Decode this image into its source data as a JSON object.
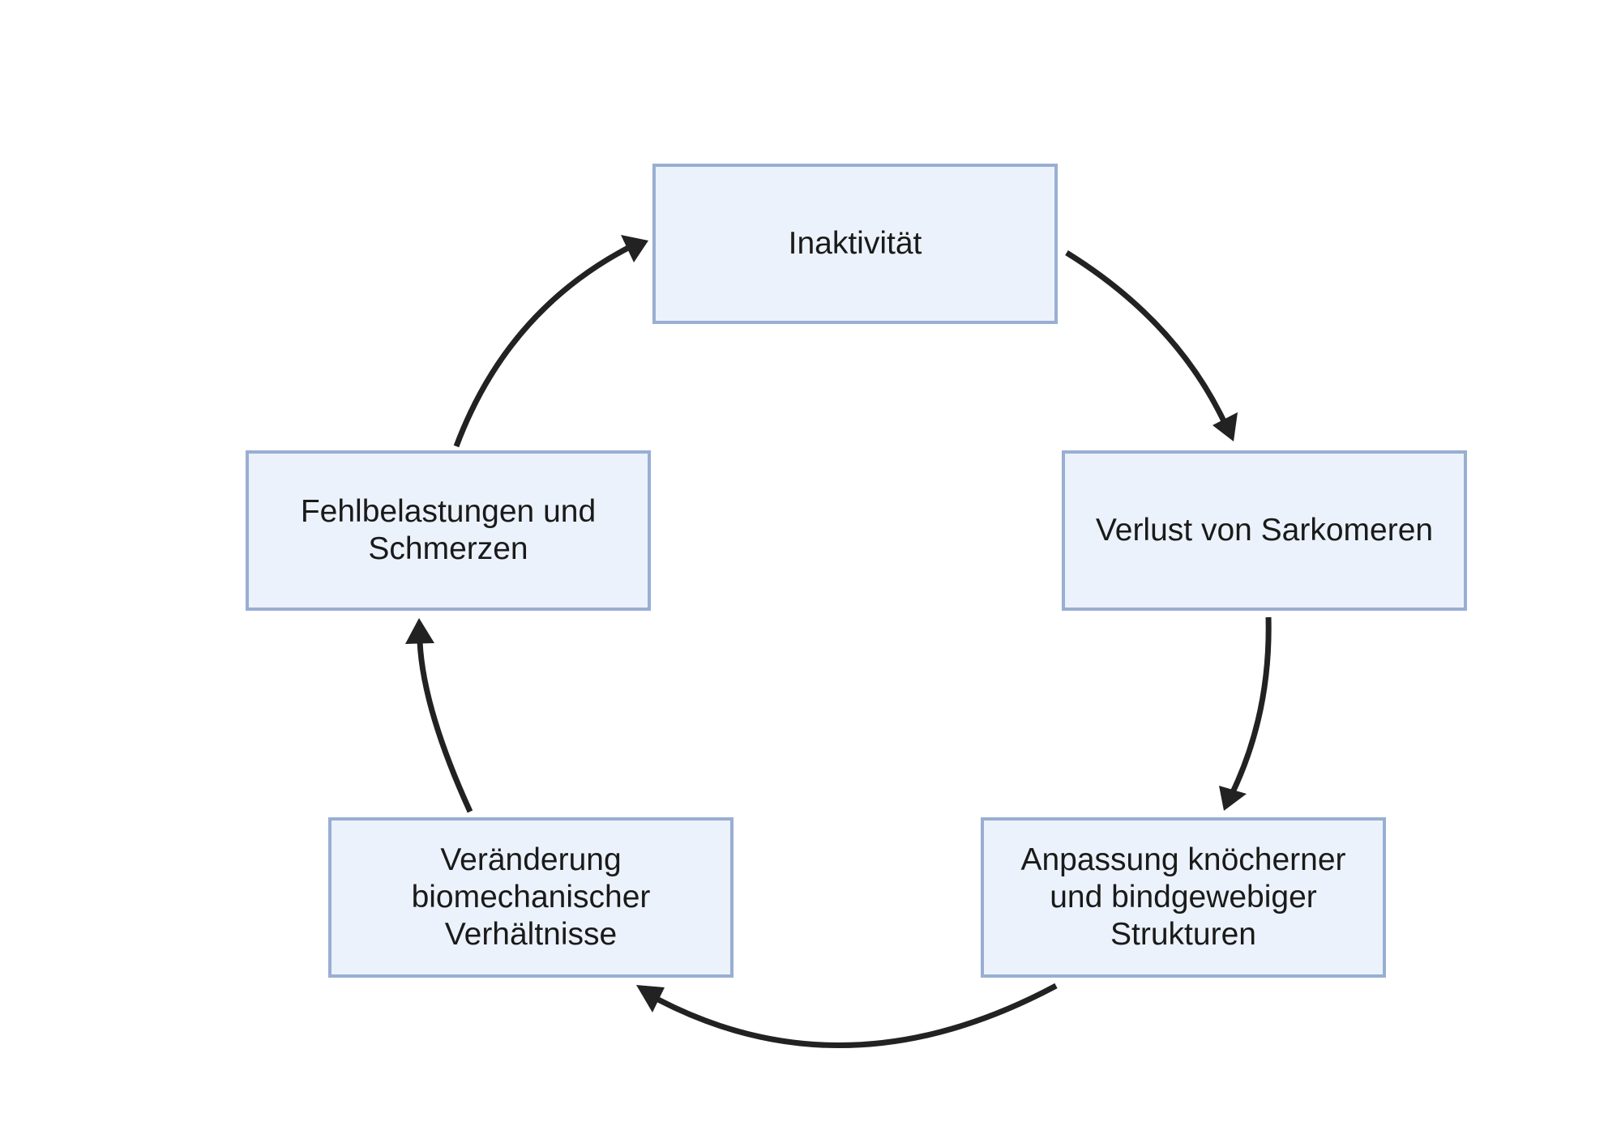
{
  "diagram": {
    "nodes": {
      "inaktivitaet": "Inaktivität",
      "verlust": "Verlust von Sarkomeren",
      "anpassung": "Anpassung knöcherner und bindgewebiger Strukturen",
      "veraenderung": "Veränderung biomechanischer Verhältnisse",
      "fehlbelastung": "Fehlbelastungen und Schmerzen"
    },
    "edges": [
      {
        "from": "inaktivitaet",
        "to": "verlust"
      },
      {
        "from": "verlust",
        "to": "anpassung"
      },
      {
        "from": "anpassung",
        "to": "veraenderung"
      },
      {
        "from": "veraenderung",
        "to": "fehlbelastung"
      },
      {
        "from": "fehlbelastung",
        "to": "inaktivitaet"
      }
    ],
    "colors": {
      "node_fill": "#ecf2fb",
      "node_border": "#99aed3",
      "arrow": "#222222",
      "text": "#1a1a1a"
    }
  }
}
